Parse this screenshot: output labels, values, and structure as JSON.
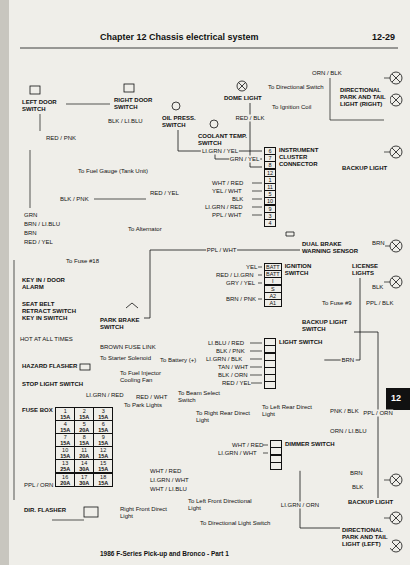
{
  "diagram": {
    "title": "Chapter 12 Chassis electrical system",
    "caption": "1986 F-Series Pick-up and Bronco - Part 1",
    "nodes": [
      {
        "text": [
          "LEFT DOOR SWITCH"
        ]
      },
      {
        "text": [
          "RIGHT DOOR SWITCH"
        ]
      },
      {
        "text": [
          "OIL PRESS. SWITCH"
        ]
      },
      {
        "text": [
          "COOLANT TEMP. SWITCH"
        ]
      },
      {
        "text": [
          "DOME LIGHT"
        ]
      },
      {
        "text": [
          "INSTRUMENT CLUSTER CONNECTOR"
        ]
      },
      {
        "text": [
          "KEY IN / DOOR ALARM"
        ]
      },
      {
        "text": [
          "SEAT BELT RETRACT SWITCH KEY IN SWITCH"
        ]
      },
      {
        "text": [
          "PARK BRAKE SWITCH"
        ]
      },
      {
        "text": [
          "DUAL BRAKE WARNING SENSOR"
        ]
      },
      {
        "text": [
          "IGNITION SWITCH"
        ]
      },
      {
        "text": [
          "BACKUP LIGHT SWITCH"
        ]
      },
      {
        "text": [
          "LIGHT SWITCH"
        ]
      },
      {
        "text": [
          "DIMMER SWITCH"
        ]
      },
      {
        "text": [
          "HAZARD FLASHER"
        ]
      },
      {
        "text": [
          "STOP LIGHT SWITCH"
        ]
      },
      {
        "text": [
          "FUSE BOX"
        ]
      },
      {
        "text": [
          "DIR. FLASHER"
        ]
      },
      {
        "text": [
          "BACKUP LIGHT"
        ]
      },
      {
        "text": [
          "DIRECTIONAL PARK AND TAIL LIGHT (RIGHT)"
        ]
      },
      {
        "text": [
          "LICENSE LIGHTS"
        ]
      },
      {
        "text": [
          "BACKUP LIGHT"
        ]
      },
      {
        "text": [
          "DIRECTIONAL PARK AND TAIL LIGHT (LEFT)"
        ]
      }
    ],
    "edges": [
      {
        "from": 2,
        "to": 5,
        "arrow": "none",
        "label": "LI.GRN / YEL"
      },
      {
        "from": 3,
        "to": 5,
        "arrow": "none",
        "label": "GRN / YEL"
      },
      {
        "from": 4,
        "to": 5,
        "arrow": "none",
        "label": "RED / BLK"
      },
      {
        "from": 8,
        "to": 9,
        "arrow": "none",
        "label": "PPL / WHT"
      },
      {
        "from": 13,
        "to": 22,
        "arrow": "none",
        "label": "LI.GRN / ORN"
      },
      {
        "from": 12,
        "to": 20,
        "arrow": "none",
        "label": "BRN"
      },
      {
        "from": 11,
        "to": 21,
        "arrow": "none",
        "label": "PPL / ORN"
      }
    ],
    "labels": [
      "12-29",
      "12",
      "RED / PNK",
      "BLK / LI.BLU",
      "To Ignition Coil",
      "ORN / BLK",
      "To Directional Switch",
      "WHT / RED",
      "YEL / WHT",
      "BLK",
      "LI.GRN / RED",
      "PPL / WHT",
      "To Fuel Gauge (Tank Unit)",
      "BLK / PNK",
      "GRN",
      "BRN / LI.BLU",
      "BRN",
      "RED / YEL",
      "To Fuse #18",
      "RED / YEL",
      "To Alternator",
      "HOT AT ALL TIMES",
      "BROWN FUSE LINK",
      "To Starter Solenoid",
      "To Fuel Injector Cooling Fan",
      "RED / WHT",
      "To Park Lights",
      "LI.GRN / RED",
      "PPL / ORN",
      "WHT / RED",
      "LI.GRN / WHT",
      "WHT / LI.BLU",
      "Right Front Direct Light",
      "To Left Front Directional Light",
      "YEL",
      "RED / LI.GRN",
      "GRY / YEL",
      "BRN / PNK",
      "To Fuse #9",
      "PPL / BLK",
      "BRN",
      "BLK",
      "LI.BLU / RED",
      "BLK / PNK",
      "LI.GRN / BLK",
      "TAN / WHT",
      "BLK / ORN",
      "RED / YEL",
      "To Battery (+)",
      "To Beam Select Switch",
      "To Right Rear Direct Light",
      "To Left Rear Direct Light",
      "PNK / BLK",
      "ORN / LI.BLU",
      "WHT / RED",
      "LI.GRN / WHT",
      "BRN",
      "BLK",
      "To Directional Light Switch",
      "6",
      "7",
      "8",
      "12",
      "1",
      "11",
      "5",
      "10",
      "9",
      "3",
      "4",
      "BATT",
      "BATT",
      "I",
      "S",
      "A2",
      "A1",
      "1",
      "15A",
      "2",
      "15A",
      "3",
      "15A",
      "4",
      "15A",
      "5",
      "20A",
      "6",
      "15A",
      "7",
      "15A",
      "8",
      "15A",
      "9",
      "15A",
      "10",
      "15A",
      "11",
      "20A",
      "12",
      "15A",
      "13",
      "25A",
      "14",
      "30A",
      "15",
      "15A",
      "16",
      "20A",
      "17",
      "30A",
      "18",
      "15A"
    ]
  }
}
